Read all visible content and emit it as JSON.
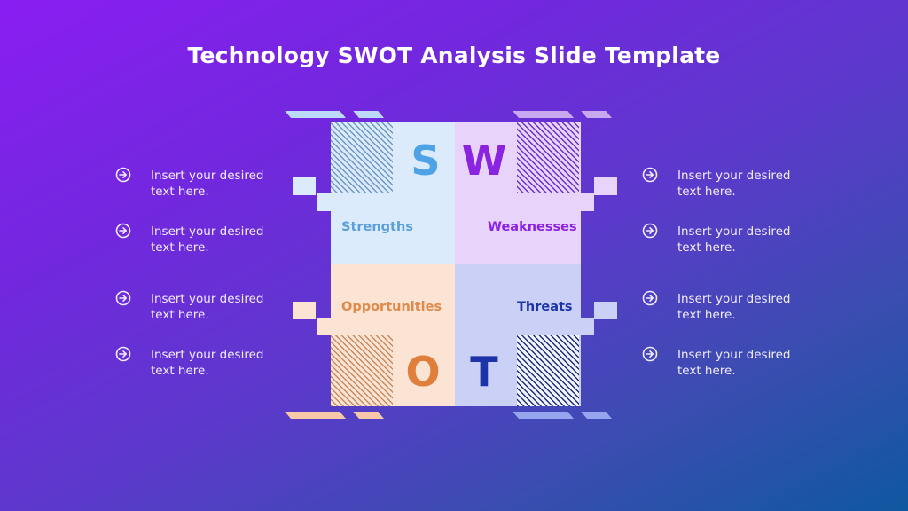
{
  "slide": {
    "title": "Technology SWOT Analysis Slide Template",
    "background_gradient": [
      "#8a1ef2",
      "#0f58a0"
    ]
  },
  "swot": {
    "strengths": {
      "letter": "S",
      "label": "Strengths",
      "fill": "#dcebfb",
      "accent": "#4ea3e6",
      "label_color": "#5a9fdc"
    },
    "weaknesses": {
      "letter": "W",
      "label": "Weaknesses",
      "fill": "#e8d4fb",
      "accent": "#8a24e0",
      "label_color": "#8a24e0"
    },
    "opportunities": {
      "letter": "O",
      "label": "Opportunities",
      "fill": "#fbe4d4",
      "accent": "#e07e3c",
      "label_color": "#e08a4a"
    },
    "threats": {
      "letter": "T",
      "label": "Threats",
      "fill": "#cad0f6",
      "accent": "#1c34a8",
      "label_color": "#1c34a8"
    }
  },
  "left_items": [
    {
      "icon": "arrow-circle-right-icon",
      "text": "Insert your desired text here."
    },
    {
      "icon": "arrow-circle-right-icon",
      "text": "Insert your desired text here."
    },
    {
      "icon": "arrow-circle-right-icon",
      "text": "Insert your desired text here."
    },
    {
      "icon": "arrow-circle-right-icon",
      "text": "Insert your desired text here."
    }
  ],
  "right_items": [
    {
      "icon": "arrow-circle-right-icon",
      "text": "Insert your desired text here."
    },
    {
      "icon": "arrow-circle-right-icon",
      "text": "Insert your desired text here."
    },
    {
      "icon": "arrow-circle-right-icon",
      "text": "Insert your desired text here."
    },
    {
      "icon": "arrow-circle-right-icon",
      "text": "Insert your desired text here."
    }
  ]
}
